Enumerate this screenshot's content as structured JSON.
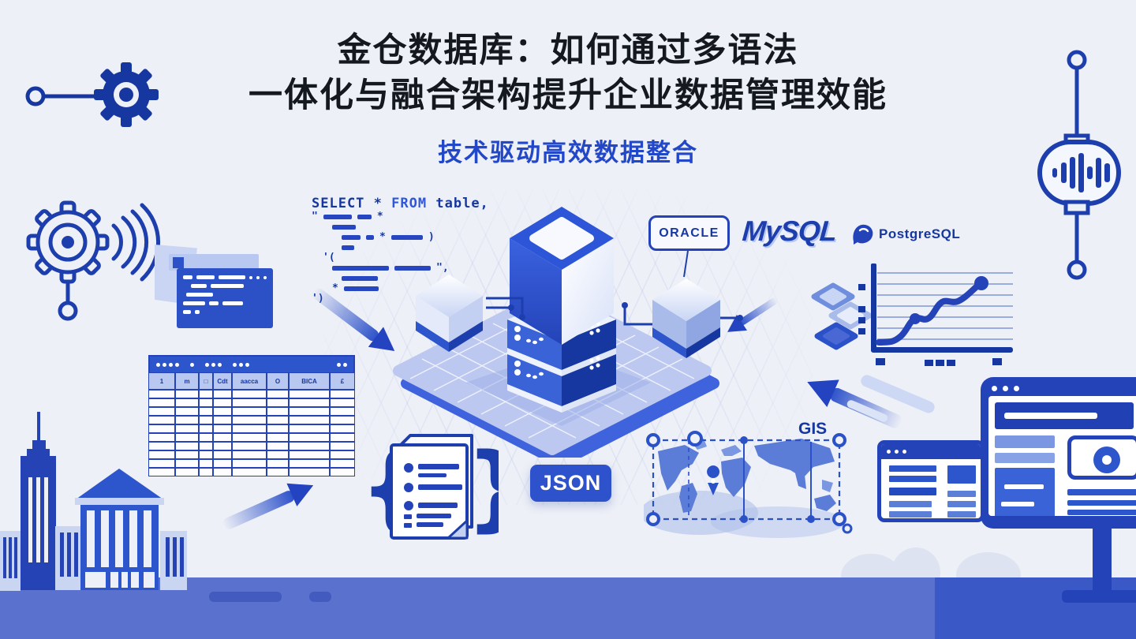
{
  "title": {
    "line1": "金仓数据库：如何通过多语法",
    "line2": "一体化与融合架构提升企业数据管理效能",
    "subtitle": "技术驱动高效数据整合"
  },
  "code": {
    "sql_tokens": [
      "SELECT",
      "*",
      "FROM",
      "table,"
    ],
    "glyphs": {
      "quote": "\"",
      "star": "*",
      "close_paren": ")",
      "open_paren": "'(",
      "comma_quote": "\",",
      "close": "')"
    }
  },
  "logos": {
    "oracle": "ORACLE",
    "mysql": "MySQL",
    "postgresql": "PostgreSQL"
  },
  "badges": {
    "json": "JSON",
    "gis": "GIS"
  },
  "table": {
    "header_cells": [
      "1",
      "m",
      "□",
      "Cdt",
      "aacca",
      "O",
      "BICA",
      "£"
    ],
    "body_rows": 10,
    "body_cols": 8
  },
  "decorative_chart": {
    "type": "line",
    "trend": "rising growth curve, no axis labels",
    "points": [
      [
        0,
        5
      ],
      [
        12,
        6
      ],
      [
        25,
        25
      ],
      [
        30,
        22
      ],
      [
        42,
        38
      ],
      [
        48,
        35
      ],
      [
        62,
        55
      ],
      [
        78,
        72
      ],
      [
        100,
        80
      ]
    ],
    "gridlines": 7,
    "markers": 2
  },
  "colors": {
    "background": "#eef0f7",
    "navy": "#1d3fae",
    "primary_blue": "#2d55cc",
    "light_blue": "#b9c8f0",
    "platform": "#bcc8f0",
    "band": "#5a72ce",
    "band_dark": "#3b59c6",
    "title_text": "#14181f",
    "subtitle_text": "#2247c8"
  }
}
